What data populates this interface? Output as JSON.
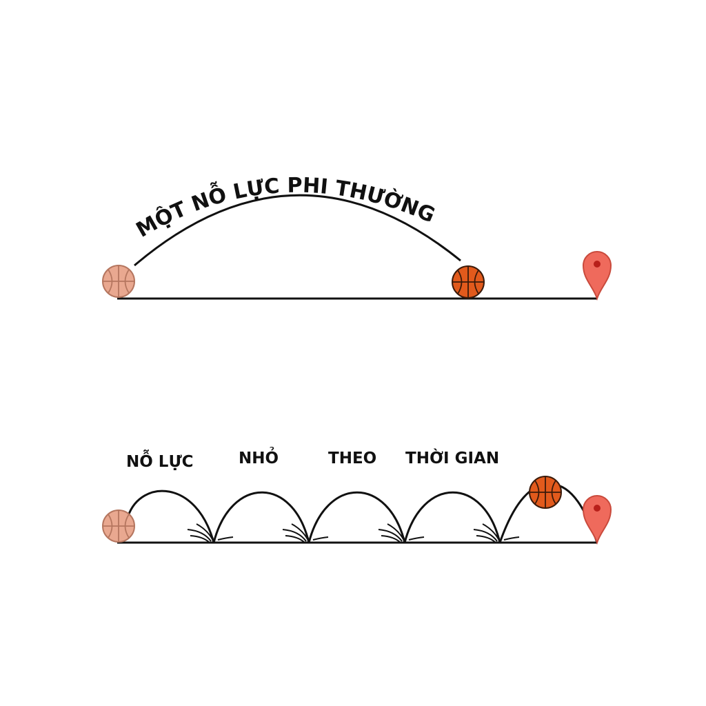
{
  "top_scene": {
    "arc_caption": "MỘT NỖ LỰC PHI THƯỜNG"
  },
  "bottom_scene": {
    "labels": [
      {
        "text": "NỖ LỰC"
      },
      {
        "text": "NHỎ"
      },
      {
        "text": "THEO"
      },
      {
        "text": "THỜI GIAN"
      }
    ]
  },
  "icons": {
    "ball": "basketball-icon",
    "marker": "location-pin-icon"
  },
  "colors": {
    "line": "#111111",
    "ball_faded": "#e9a890",
    "ball_faded_seam": "#b5765f",
    "ball_solid": "#e25a1c",
    "ball_solid_seam": "#3a1a0a",
    "pin": "#ef6a5c",
    "pin_stroke": "#c94a3c",
    "pin_dot": "#b8201a"
  }
}
